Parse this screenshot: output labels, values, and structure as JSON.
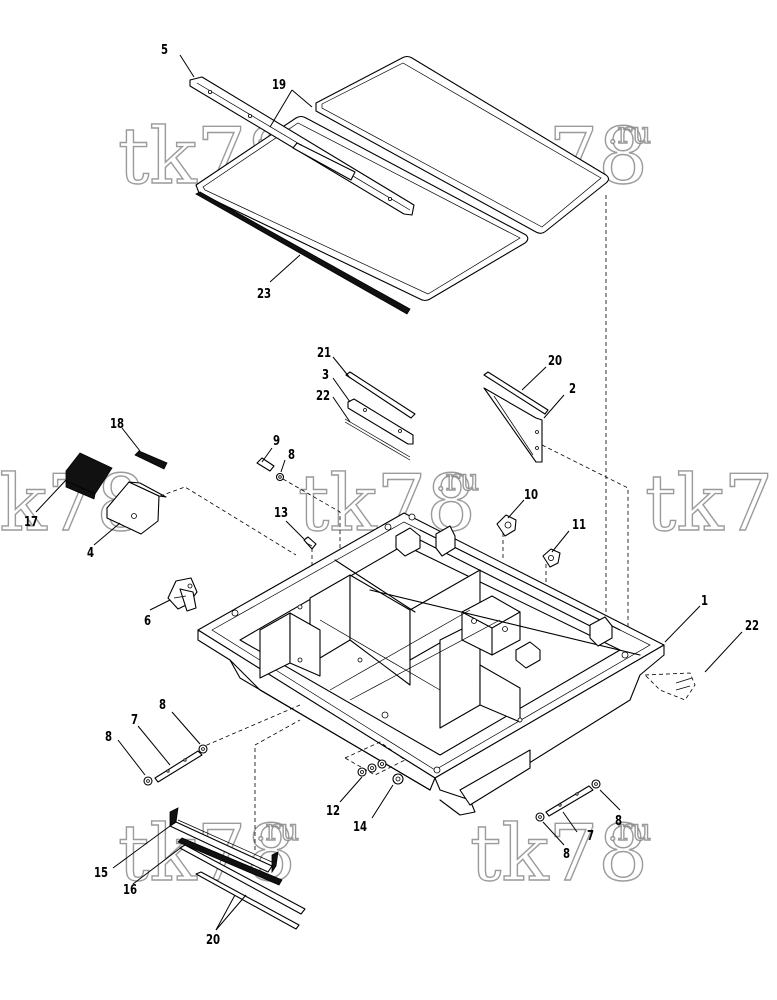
{
  "watermark": {
    "main": "tk78",
    "suffix": ".ru"
  },
  "callouts": [
    {
      "id": "c1",
      "label": "1"
    },
    {
      "id": "c2",
      "label": "2"
    },
    {
      "id": "c3",
      "label": "3"
    },
    {
      "id": "c4",
      "label": "4"
    },
    {
      "id": "c5",
      "label": "5"
    },
    {
      "id": "c6",
      "label": "6"
    },
    {
      "id": "c7a",
      "label": "7"
    },
    {
      "id": "c7b",
      "label": "7"
    },
    {
      "id": "c8a",
      "label": "8"
    },
    {
      "id": "c8b",
      "label": "8"
    },
    {
      "id": "c8c",
      "label": "8"
    },
    {
      "id": "c8d",
      "label": "8"
    },
    {
      "id": "c8e",
      "label": "8"
    },
    {
      "id": "c9",
      "label": "9"
    },
    {
      "id": "c10",
      "label": "10"
    },
    {
      "id": "c11",
      "label": "11"
    },
    {
      "id": "c12",
      "label": "12"
    },
    {
      "id": "c13",
      "label": "13"
    },
    {
      "id": "c14",
      "label": "14"
    },
    {
      "id": "c15",
      "label": "15"
    },
    {
      "id": "c16",
      "label": "16"
    },
    {
      "id": "c17",
      "label": "17"
    },
    {
      "id": "c18",
      "label": "18"
    },
    {
      "id": "c19",
      "label": "19"
    },
    {
      "id": "c20a",
      "label": "20"
    },
    {
      "id": "c20b",
      "label": "20"
    },
    {
      "id": "c21",
      "label": "21"
    },
    {
      "id": "c22a",
      "label": "22"
    },
    {
      "id": "c22b",
      "label": "22"
    },
    {
      "id": "c23",
      "label": "23"
    }
  ]
}
